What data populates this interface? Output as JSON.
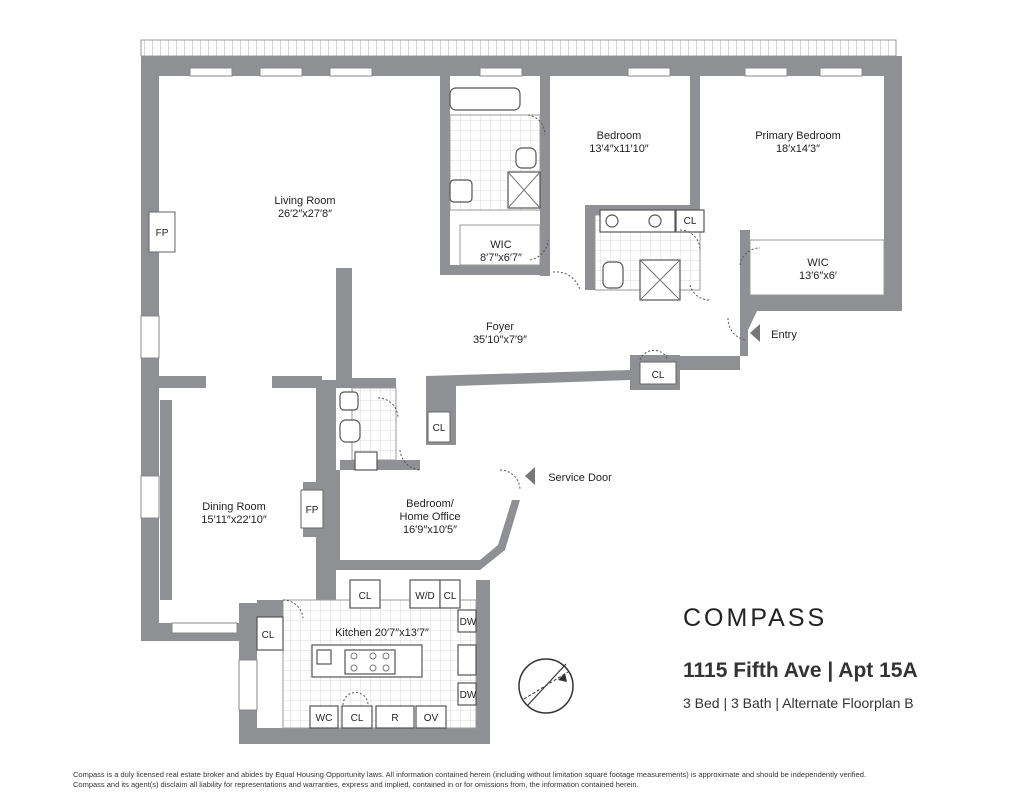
{
  "rooms": {
    "living": {
      "name": "Living Room",
      "dims": "26′2″x27′8″"
    },
    "bedroom": {
      "name": "Bedroom",
      "dims": "13′4″x11′10″"
    },
    "primary": {
      "name": "Primary Bedroom",
      "dims": "18′x14′3″"
    },
    "wic1": {
      "name": "WIC",
      "dims": "8′7″x6′7″"
    },
    "wic2": {
      "name": "WIC",
      "dims": "13′6″x6′"
    },
    "foyer": {
      "name": "Foyer",
      "dims": "35′10″x7′9″"
    },
    "dining": {
      "name": "Dining Room",
      "dims": "15′11″x22′10″"
    },
    "office": {
      "name_line1": "Bedroom/",
      "name_line2": "Home Office",
      "dims": "16′9″x10′5″"
    },
    "kitchen": {
      "label": "Kitchen 20′7″x13′7″"
    }
  },
  "labels": {
    "fp": "FP",
    "cl": "CL",
    "wd": "W/D",
    "dw": "DW",
    "wc": "WC",
    "r": "R",
    "ov": "OV",
    "entry": "Entry",
    "service_door": "Service Door"
  },
  "brand": "COMPASS",
  "address": "1115 Fifth Ave | Apt 15A",
  "specs": "3 Bed | 3 Bath | Alternate Floorplan B",
  "disclaimer": {
    "line1": "Compass is a duly licensed real estate broker and abides by Equal Housing Opportunity laws.  All information contained herein (including without limitation square footage measurements) is approximate and should be independently verified.",
    "line2": "Compass and its agent(s) disclaim all liability for representations and warranties, express and implied, contained in or for omissions from, the information contained herein."
  }
}
